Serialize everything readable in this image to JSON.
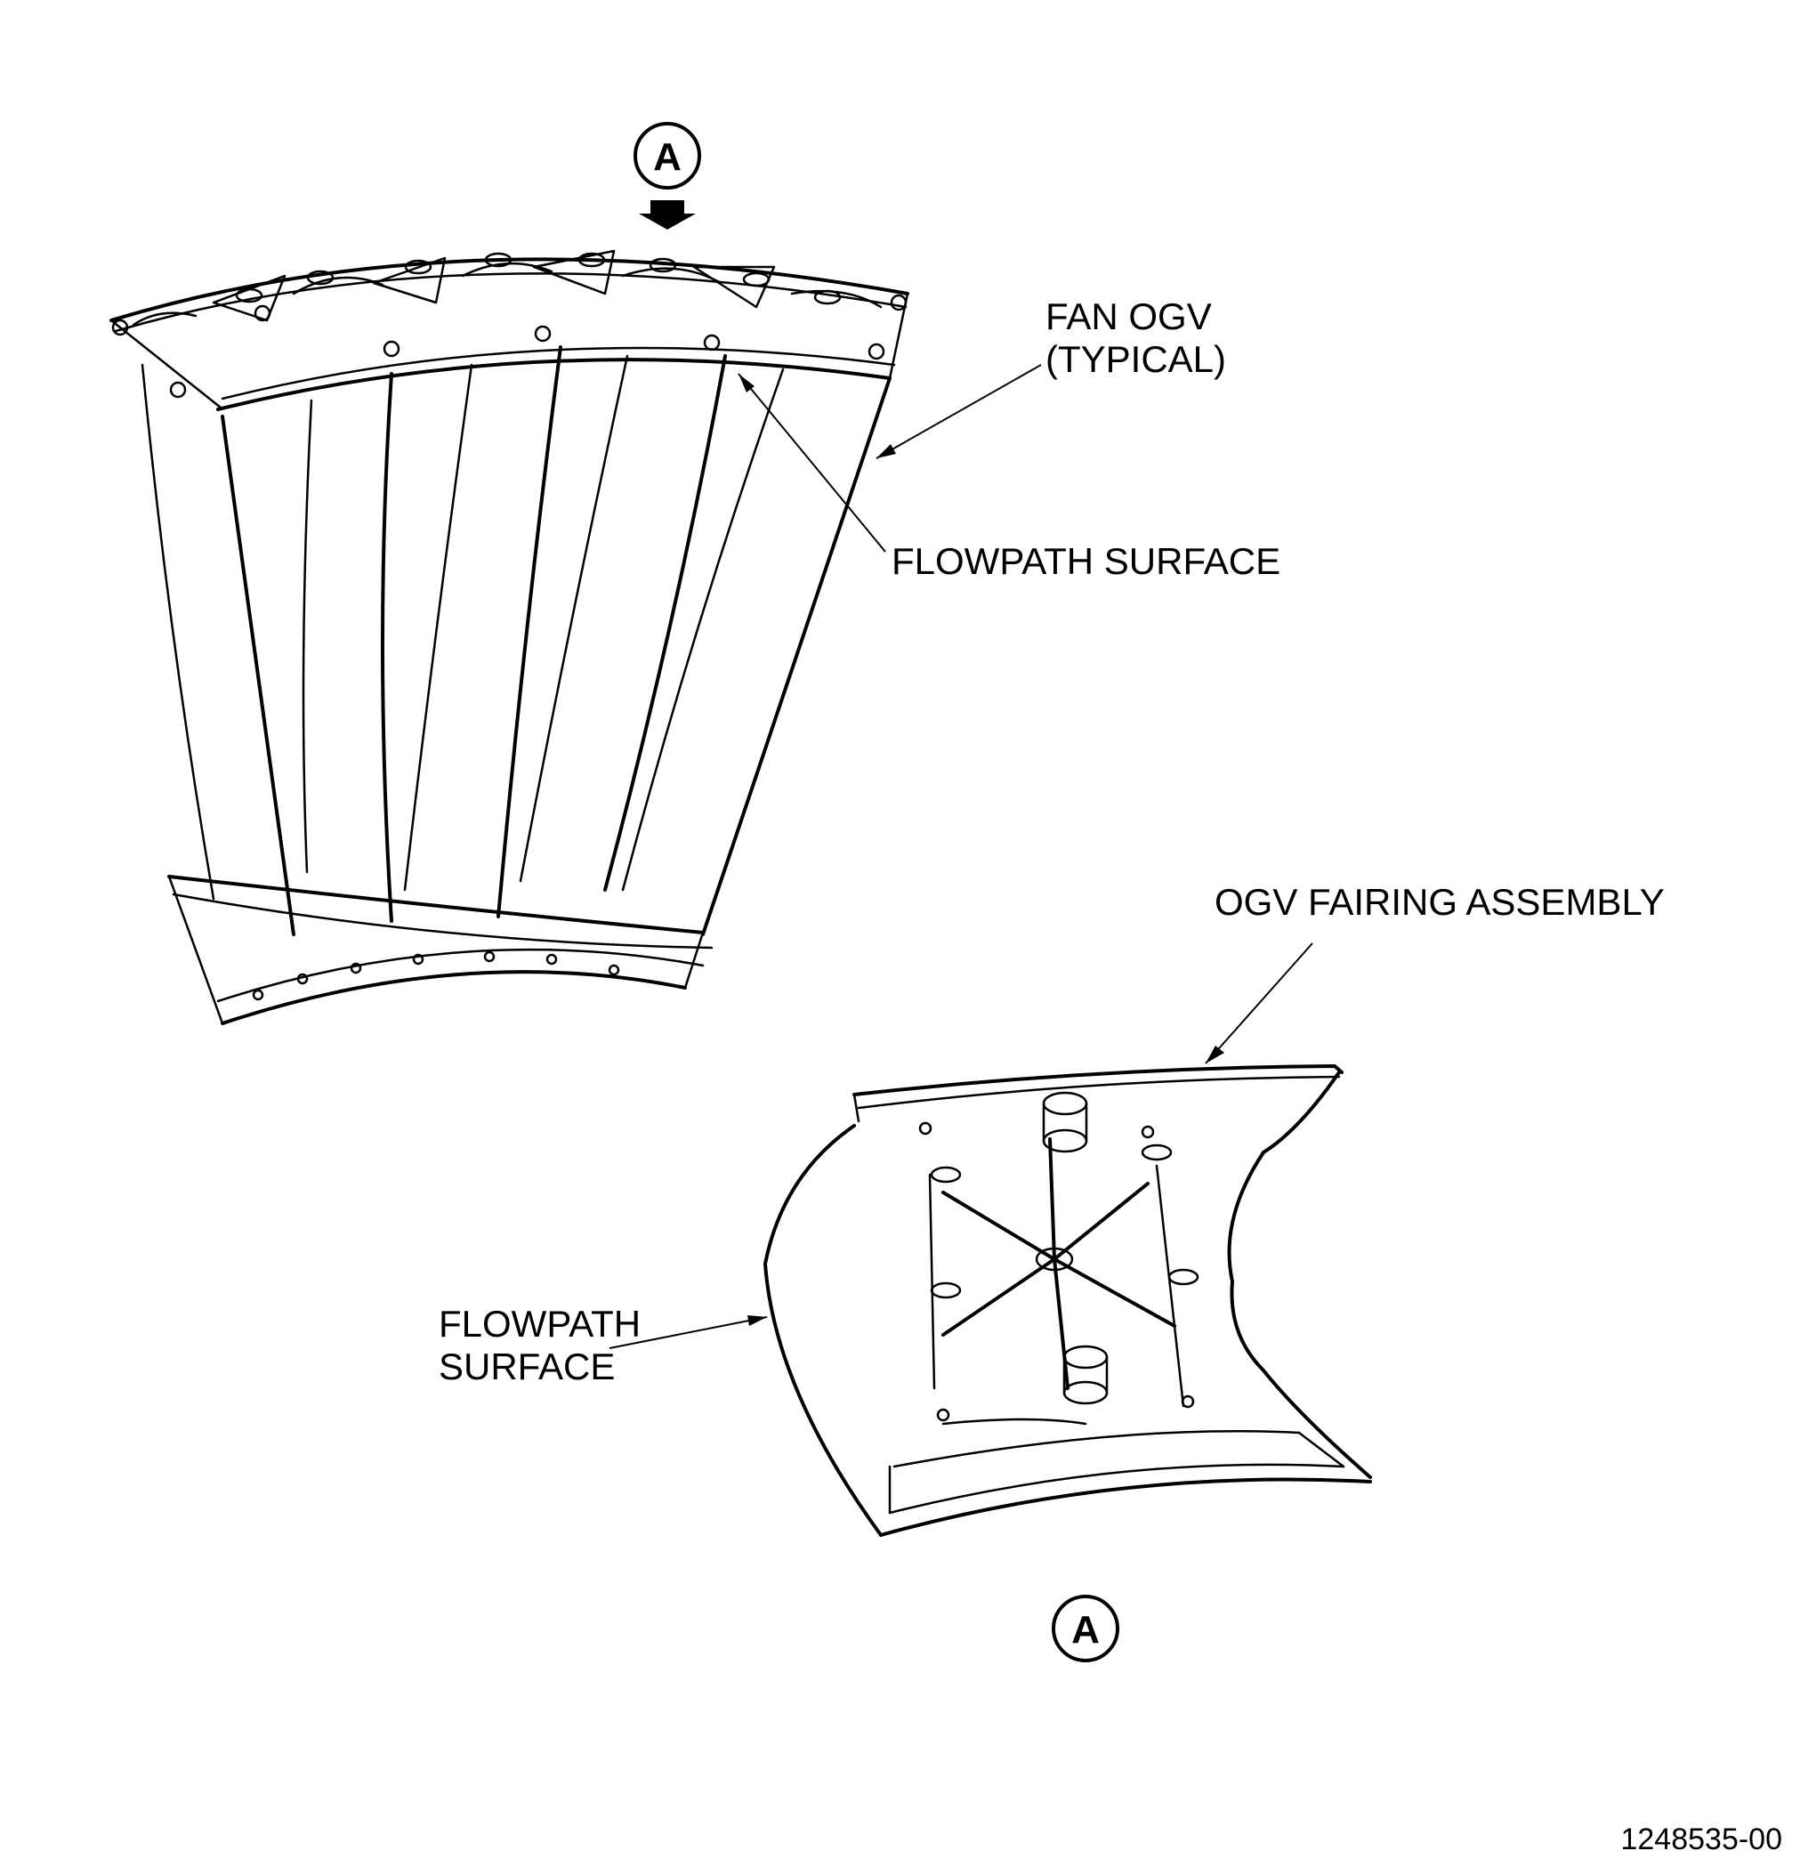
{
  "diagram": {
    "detail_callout_top": "A",
    "detail_callout_bottom": "A",
    "labels": {
      "fan_ogv_line1": "FAN OGV",
      "fan_ogv_line2": "(TYPICAL)",
      "flowpath_surface_top": "FLOWPATH SURFACE",
      "ogv_fairing_assembly": "OGV FAIRING ASSEMBLY",
      "flowpath_surface_bottom_line1": "FLOWPATH",
      "flowpath_surface_bottom_line2": "SURFACE"
    },
    "figure_number": "1248535-00"
  }
}
